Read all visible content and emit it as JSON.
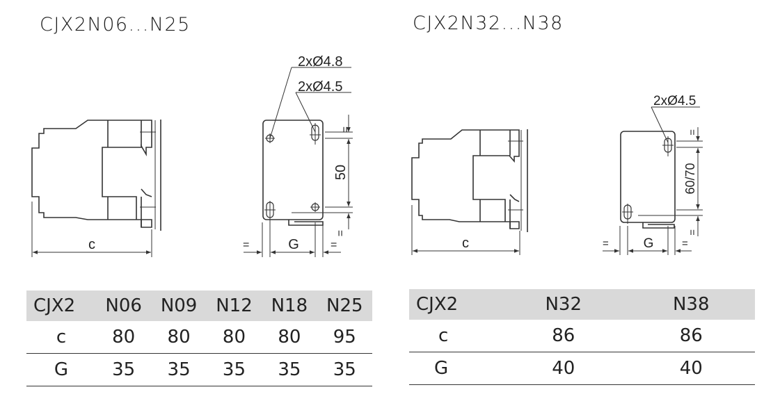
{
  "left": {
    "title": "CJX2N06...N25",
    "hole_label_1": "2xØ4.8",
    "hole_label_2": "2xØ4.5",
    "dim_vertical": "50",
    "dim_width": "c",
    "dim_g": "G",
    "equal_mark": "=",
    "table": {
      "headers": [
        "CJX2",
        "N06",
        "N09",
        "N12",
        "N18",
        "N25"
      ],
      "rows": [
        {
          "label": "c",
          "values": [
            "80",
            "80",
            "80",
            "80",
            "95"
          ]
        },
        {
          "label": "G",
          "values": [
            "35",
            "35",
            "35",
            "35",
            "35"
          ]
        }
      ]
    }
  },
  "right": {
    "title": "CJX2N32...N38",
    "hole_label": "2xØ4.5",
    "dim_vertical": "60/70",
    "dim_width": "c",
    "dim_g": "G",
    "equal_mark": "=",
    "table": {
      "headers": [
        "CJX2",
        "N32",
        "N38"
      ],
      "rows": [
        {
          "label": "c",
          "values": [
            "86",
            "86"
          ]
        },
        {
          "label": "G",
          "values": [
            "40",
            "40"
          ]
        }
      ]
    }
  }
}
